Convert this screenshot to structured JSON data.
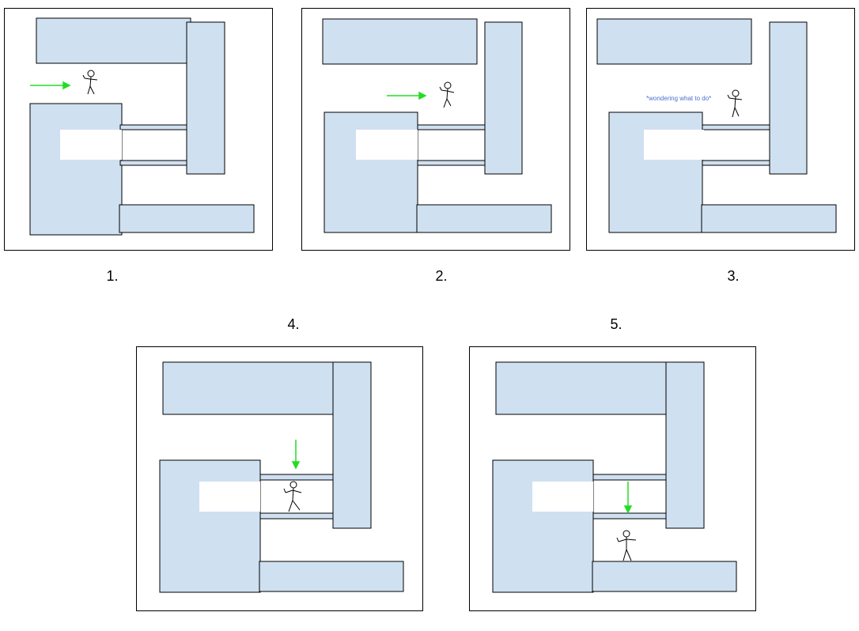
{
  "panels": [
    {
      "label": "1."
    },
    {
      "label": "2."
    },
    {
      "label": "3.",
      "thought": "*wondering what to do*"
    },
    {
      "label": "4."
    },
    {
      "label": "5."
    }
  ],
  "colors": {
    "block_fill": "#cfe0f1",
    "outline": "#000000",
    "arrow": "#22dd22",
    "thought_text": "#4a6fd0"
  },
  "icons": {
    "figure": "stick-figure-icon",
    "arrow": "arrow-icon"
  }
}
